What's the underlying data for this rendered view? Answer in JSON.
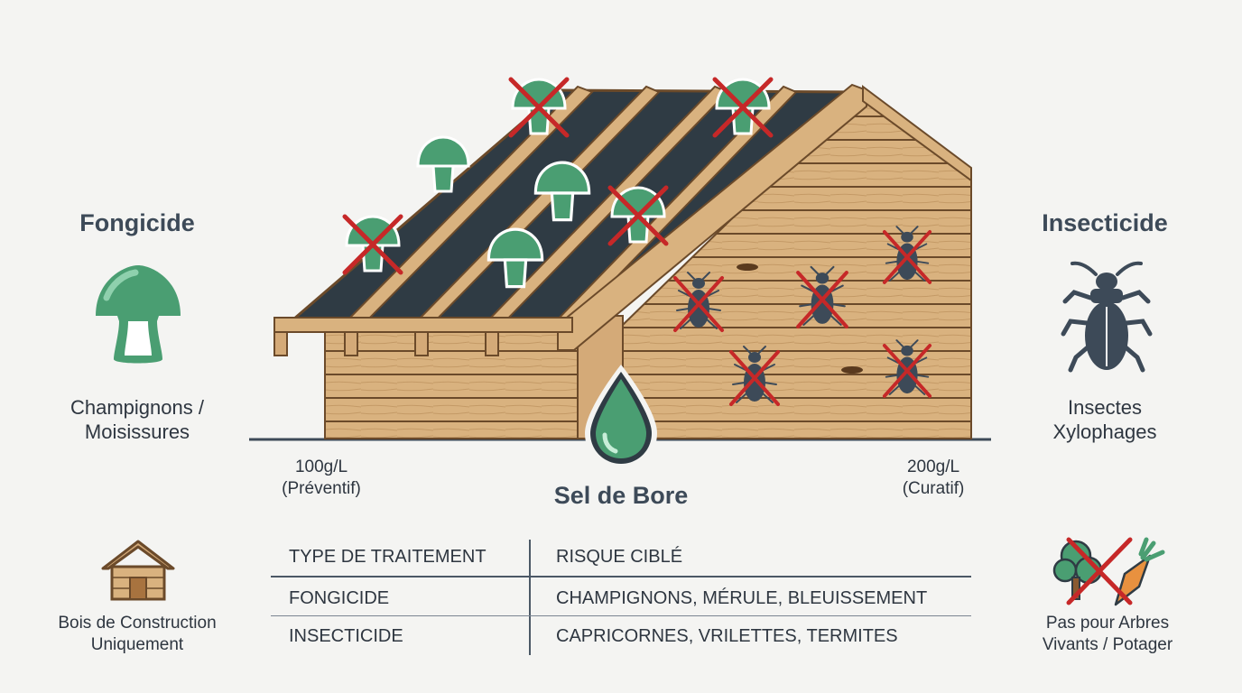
{
  "left_panel": {
    "title": "Fongicide",
    "icon": "mushroom-icon",
    "desc_line1": "Champignons /",
    "desc_line2": "Moisissures"
  },
  "right_panel": {
    "title": "Insecticide",
    "icon": "beetle-icon",
    "desc_line1": "Insectes",
    "desc_line2": "Xylophages"
  },
  "center": {
    "product": "Sel de Bore",
    "icon": "droplet-icon",
    "dose_left_value": "100g/L",
    "dose_left_label": "(Préventif)",
    "dose_right_value": "200g/L",
    "dose_right_label": "(Curatif)"
  },
  "bottom_left": {
    "icon": "house-icon",
    "line1": "Bois de Construction",
    "line2": "Uniquement"
  },
  "bottom_right": {
    "icon": "no-trees-vegetables-icon",
    "line1": "Pas pour Arbres",
    "line2": "Vivants / Potager"
  },
  "table": {
    "headers": [
      "TYPE DE TRAITEMENT",
      "RISQUE CIBLÉ"
    ],
    "rows": [
      [
        "FONGICIDE",
        "CHAMPIGNONS, MÉRULE, BLEUISSEMENT"
      ],
      [
        "INSECTICIDE",
        "CAPRICORNES, VRILETTES, TERMITES"
      ]
    ]
  },
  "colors": {
    "green": "#4a9e72",
    "slate": "#3d4a58",
    "wood": "#d4aa78",
    "red_cross": "#c62828",
    "background": "#f4f4f2"
  }
}
